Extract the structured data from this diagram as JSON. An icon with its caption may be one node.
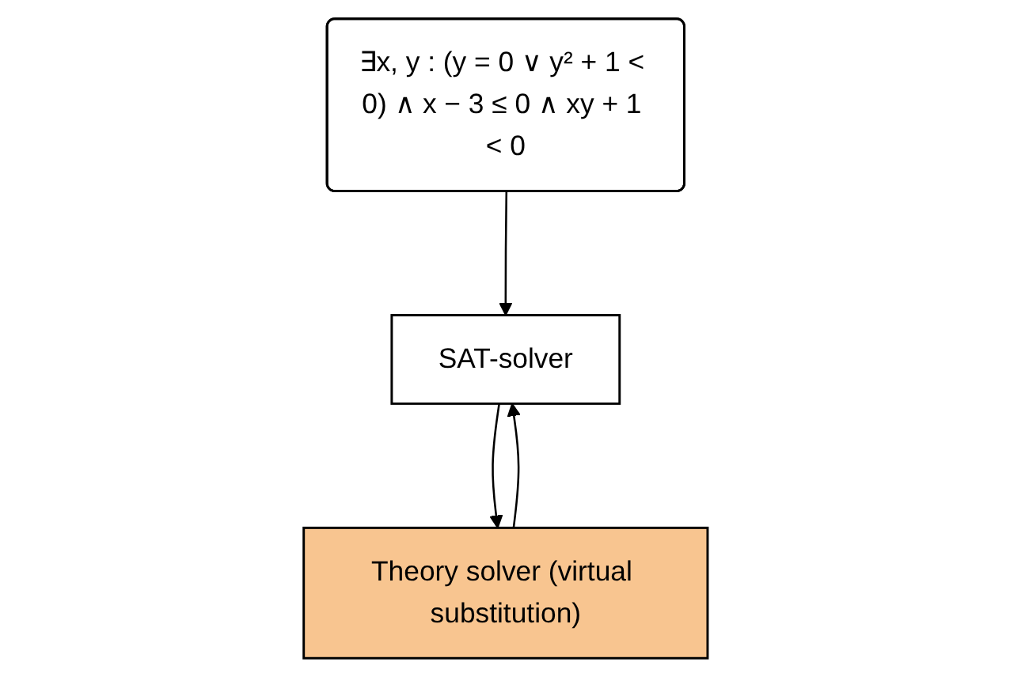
{
  "diagram": {
    "nodes": [
      {
        "text": [
          "∃x, y : (y = 0 ∨ y² + 1 < 0) ∧ x − 3 ≤ 0 ∧ xy + 1 < 0"
        ]
      },
      {
        "text": [
          "SAT-solver"
        ]
      },
      {
        "text": [
          "Theory solver (virtual substitution)"
        ]
      }
    ],
    "edges": [
      {
        "from": 0,
        "to": 1,
        "arrow": "to"
      },
      {
        "from": 1,
        "to": 2,
        "arrow": "to"
      },
      {
        "from": 2,
        "to": 1,
        "arrow": "to"
      }
    ]
  }
}
